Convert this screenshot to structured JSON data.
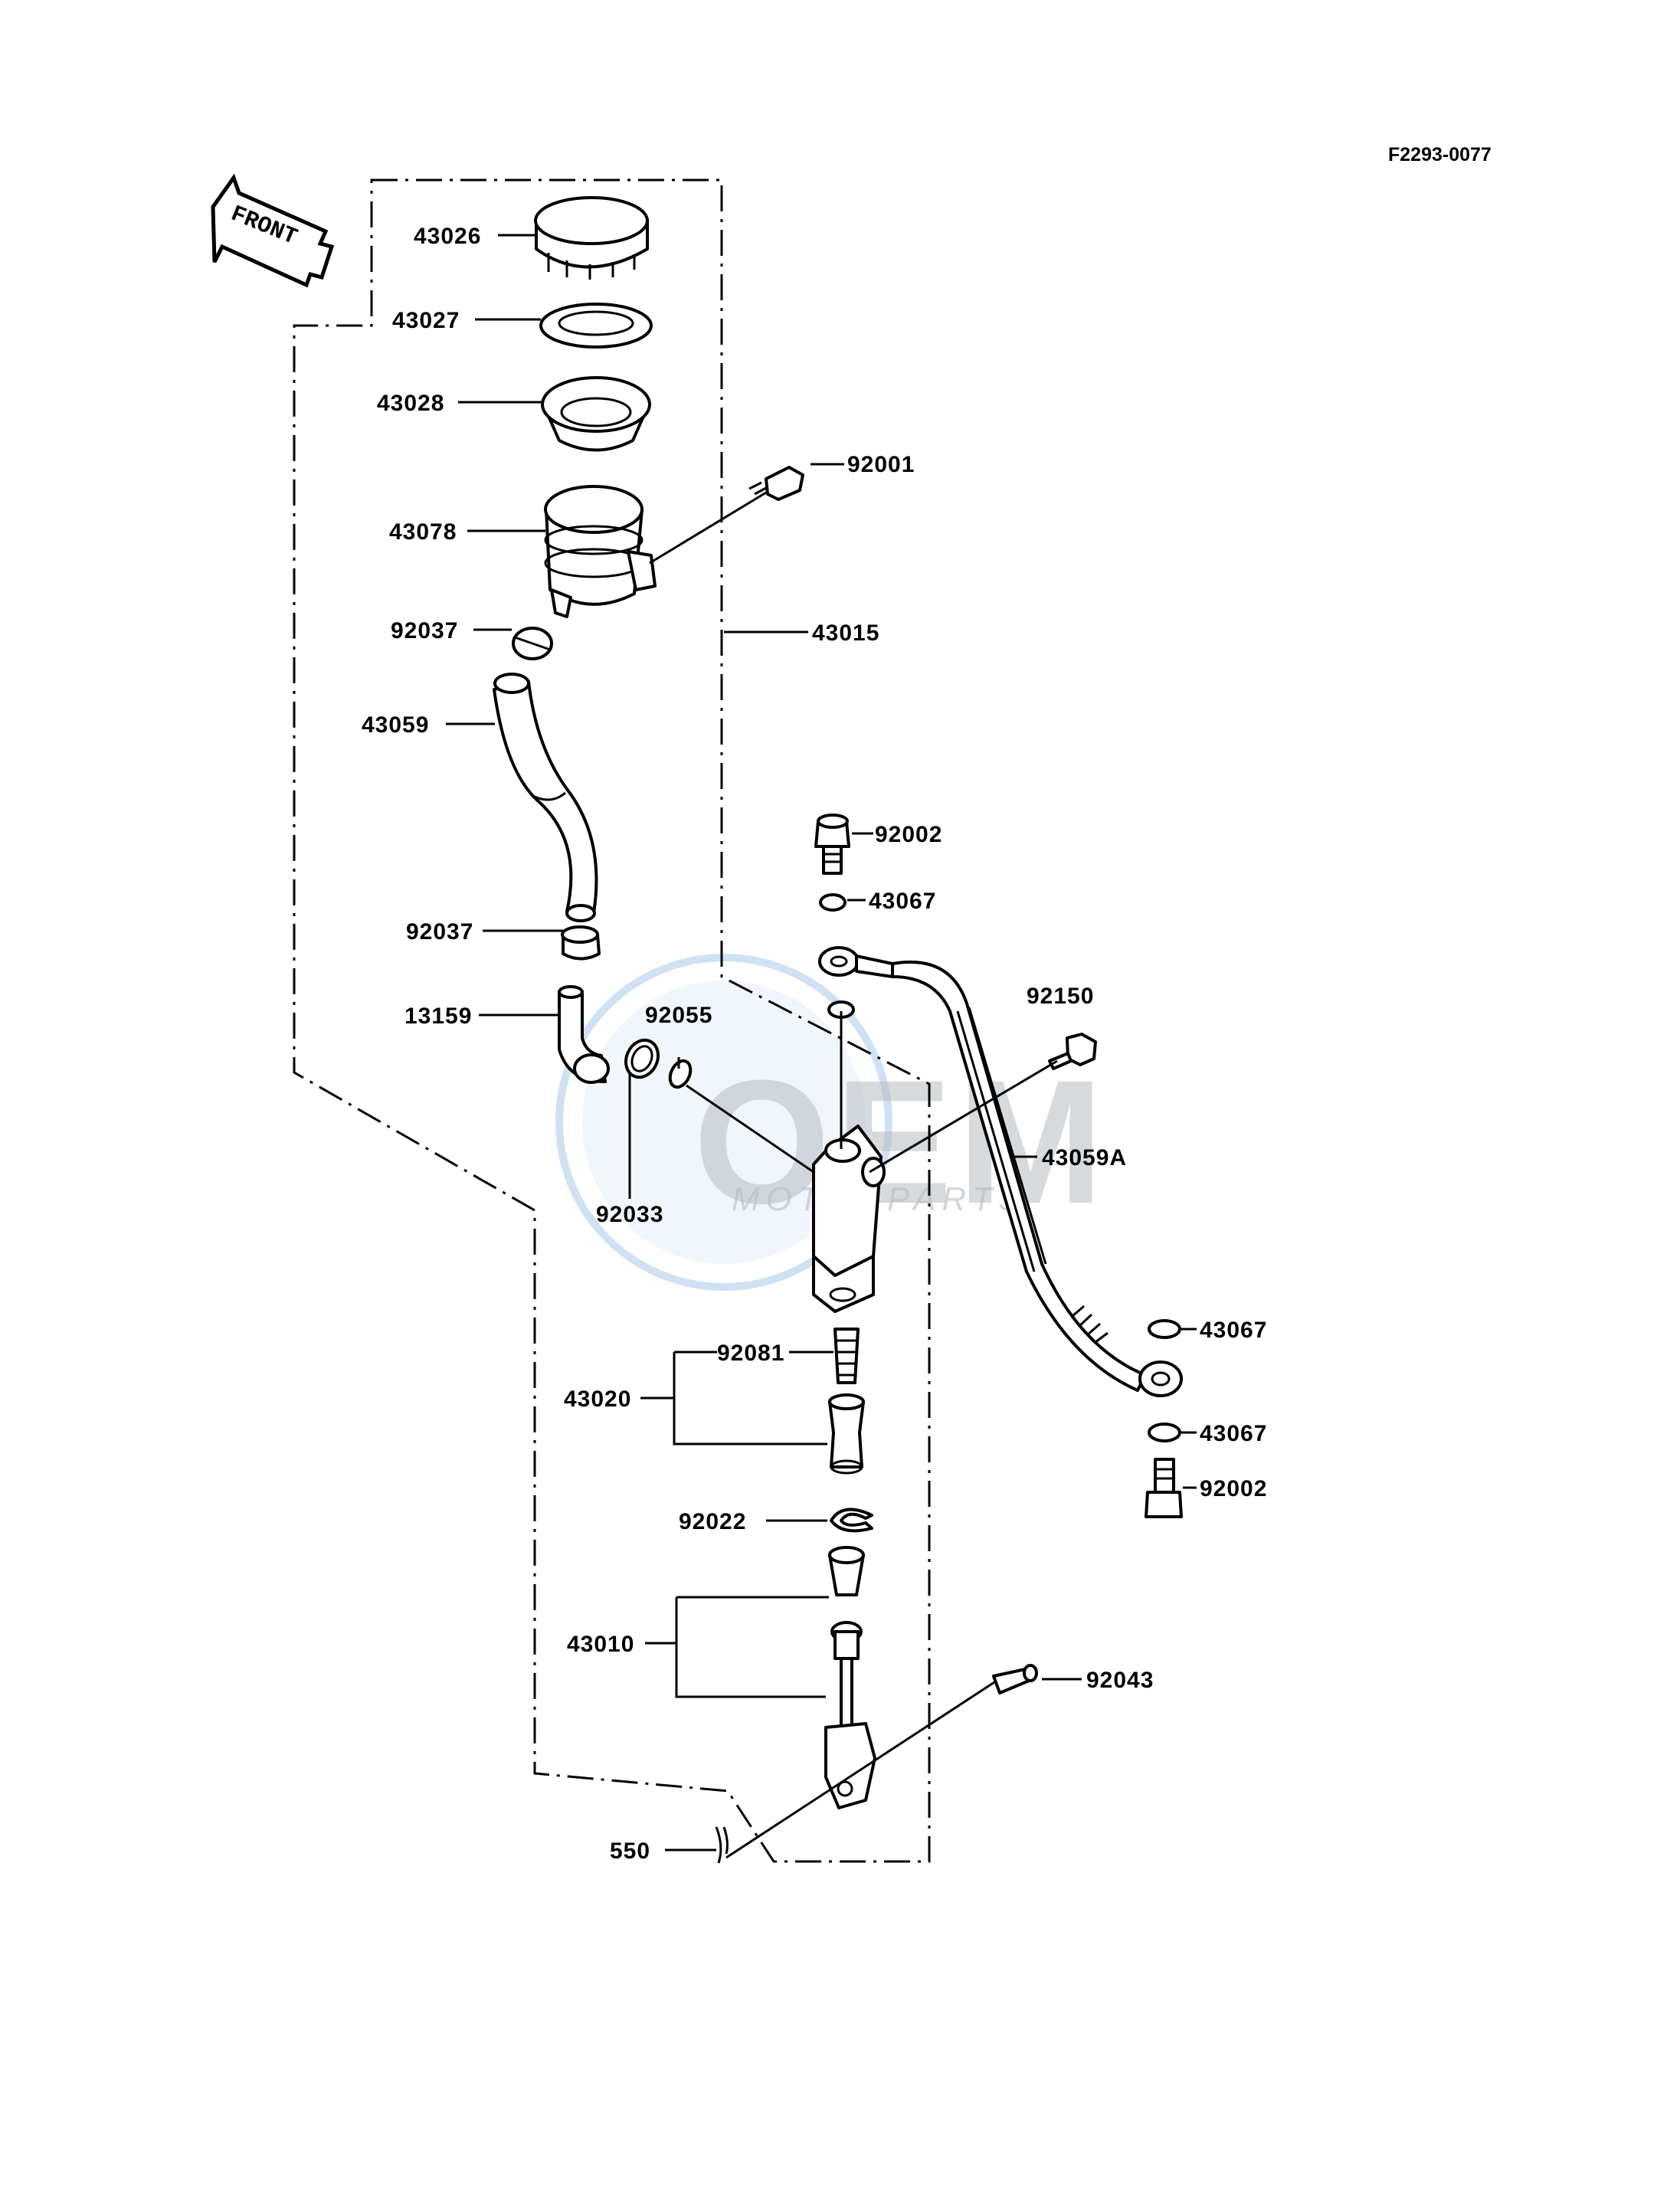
{
  "figure_code": "F2293-0077",
  "front_arrow_label": "FRONT",
  "watermark": {
    "brand": "OEM",
    "sub": "MOTORPARTS"
  },
  "parts": {
    "p43026": "43026",
    "p43027": "43027",
    "p43028": "43028",
    "p43078": "43078",
    "p92001": "92001",
    "p92037a": "92037",
    "p43015": "43015",
    "p43059": "43059",
    "p92002a": "92002",
    "p43067a": "43067",
    "p92037b": "92037",
    "p92150": "92150",
    "p13159": "13159",
    "p92055": "92055",
    "p43059A": "43059A",
    "p92033": "92033",
    "p43067b": "43067",
    "p92081": "92081",
    "p43020": "43020",
    "p43067c": "43067",
    "p92002b": "92002",
    "p92022": "92022",
    "p43010": "43010",
    "p92043": "92043",
    "p550": "550"
  }
}
